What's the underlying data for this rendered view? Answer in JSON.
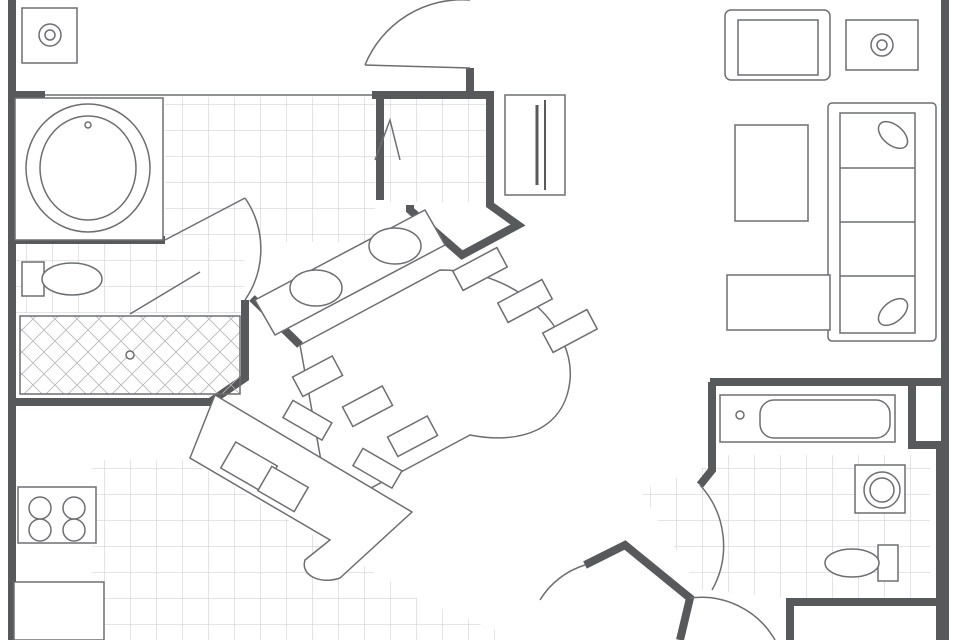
{
  "plan": {
    "wall_color": "#58595b",
    "line_color": "#6d6e70",
    "tile_color": "#c9cacc",
    "background": "#ffffff",
    "rooms": [
      "master-bath",
      "kitchen",
      "dining",
      "living-room",
      "second-bath",
      "closet"
    ],
    "fixtures": [
      "bathtub-icon",
      "toilet-icon",
      "shower-icon",
      "double-vanity-icon",
      "stove-icon",
      "kitchen-sink-icon",
      "dining-table-icon",
      "sofa-icon",
      "armchair-icon",
      "coffee-table-icon",
      "side-table-icon",
      "tv-console-icon"
    ]
  }
}
